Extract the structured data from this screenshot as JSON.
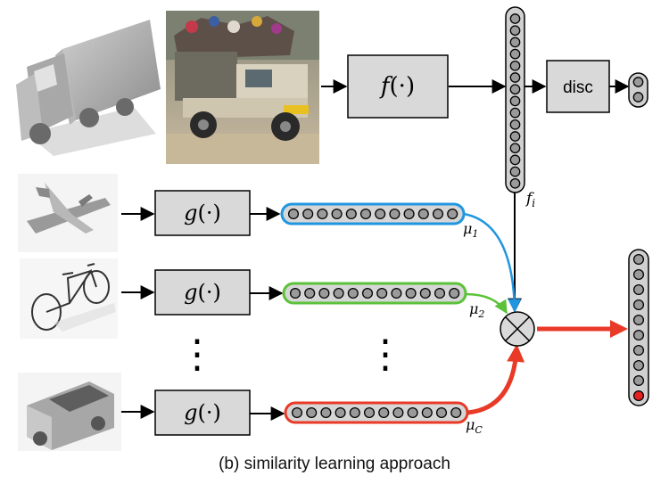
{
  "figure": {
    "caption": "(b) similarity learning approach",
    "input_images": [
      {
        "name": "truck-render",
        "kind": "3d-render"
      },
      {
        "name": "truck-photo",
        "kind": "photo"
      }
    ],
    "f_block": {
      "label_fn": "f",
      "label_arg": "(·)"
    },
    "feature_label_base": "f",
    "feature_label_sub": "i",
    "feature_vector_cells": 15,
    "disc_block": {
      "label": "disc"
    },
    "disc_output_cells": 2,
    "g_rows": [
      {
        "shape": "airplane",
        "g_label_fn": "g",
        "g_label_arg": "(·)",
        "mu_base": "μ",
        "mu_sub": "1",
        "color": "#2196e0",
        "cells": 12
      },
      {
        "shape": "bicycle",
        "g_label_fn": "g",
        "g_label_arg": "(·)",
        "mu_base": "μ",
        "mu_sub": "2",
        "color": "#5cc23a",
        "cells": 12
      },
      {
        "shape": "dump-truck",
        "g_label_fn": "g",
        "g_label_arg": "(·)",
        "mu_base": "μ",
        "mu_sub": "C",
        "color": "#e83a26",
        "cells": 12
      }
    ],
    "ellipsis": "⋮",
    "combine_symbol": "⊗",
    "output_vector_cells": 10,
    "output_highlight_index": 9,
    "output_highlight_color": "#e82020",
    "cell_color": "#9a9a9a",
    "block_fill": "#d9d9d9",
    "arrow_red": "#e83a26"
  }
}
